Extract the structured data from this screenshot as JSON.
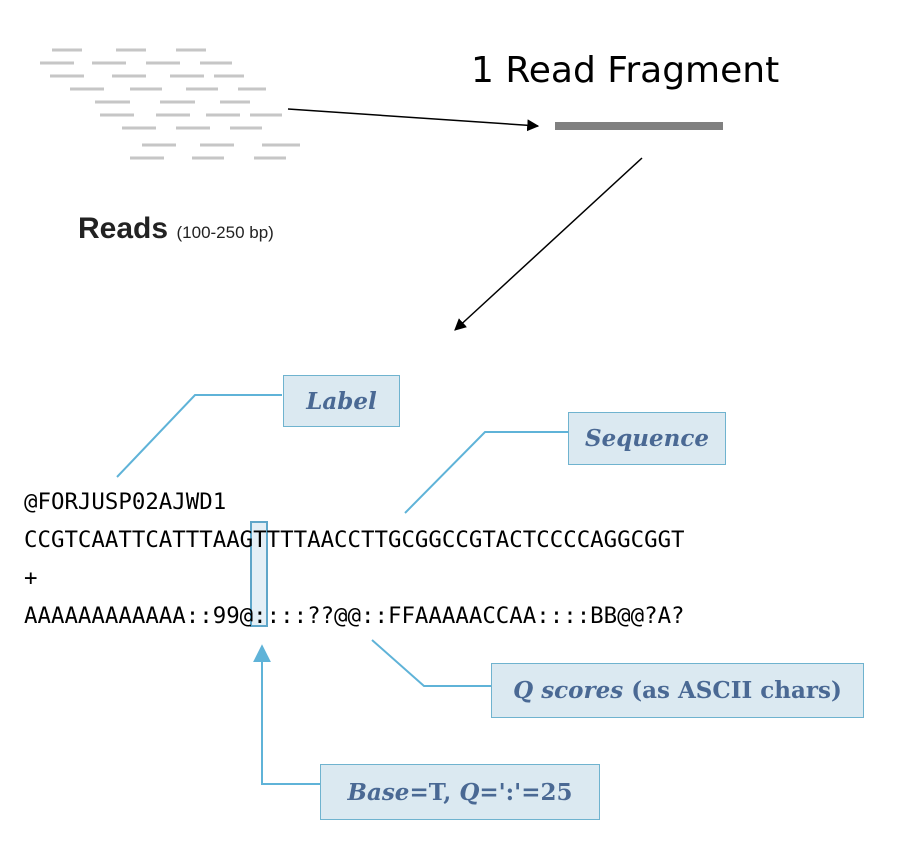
{
  "title": "1 Read Fragment",
  "reads_label": {
    "main": "Reads",
    "sub": "(100-250 bp)"
  },
  "fastq_lines": [
    "@FORJUSP02AJWD1",
    "CCGTCAATTCATTTAAGTTTTAACCTTGCGGCCGTACTCCCCAGGCGGT",
    "+",
    "AAAAAAAAAAAA::99@::::??@@::FFAAAAACCAA::::BB@@?A?"
  ],
  "callouts": {
    "label": "Label",
    "sequence": "Sequence",
    "qscores": {
      "prefix": "Q scores ",
      "suffix": "(as ASCII chars)"
    },
    "base": {
      "base_word": "Base",
      "base_value": "=T, ",
      "q_word": "Q",
      "q_value": "=':'=25"
    }
  },
  "colors": {
    "callout_fill": "#dbe9f1",
    "callout_border": "#6fb3cf",
    "callout_text": "#4a6994",
    "leader_line": "#5fb3d8",
    "fragment_bar": "#808080"
  }
}
